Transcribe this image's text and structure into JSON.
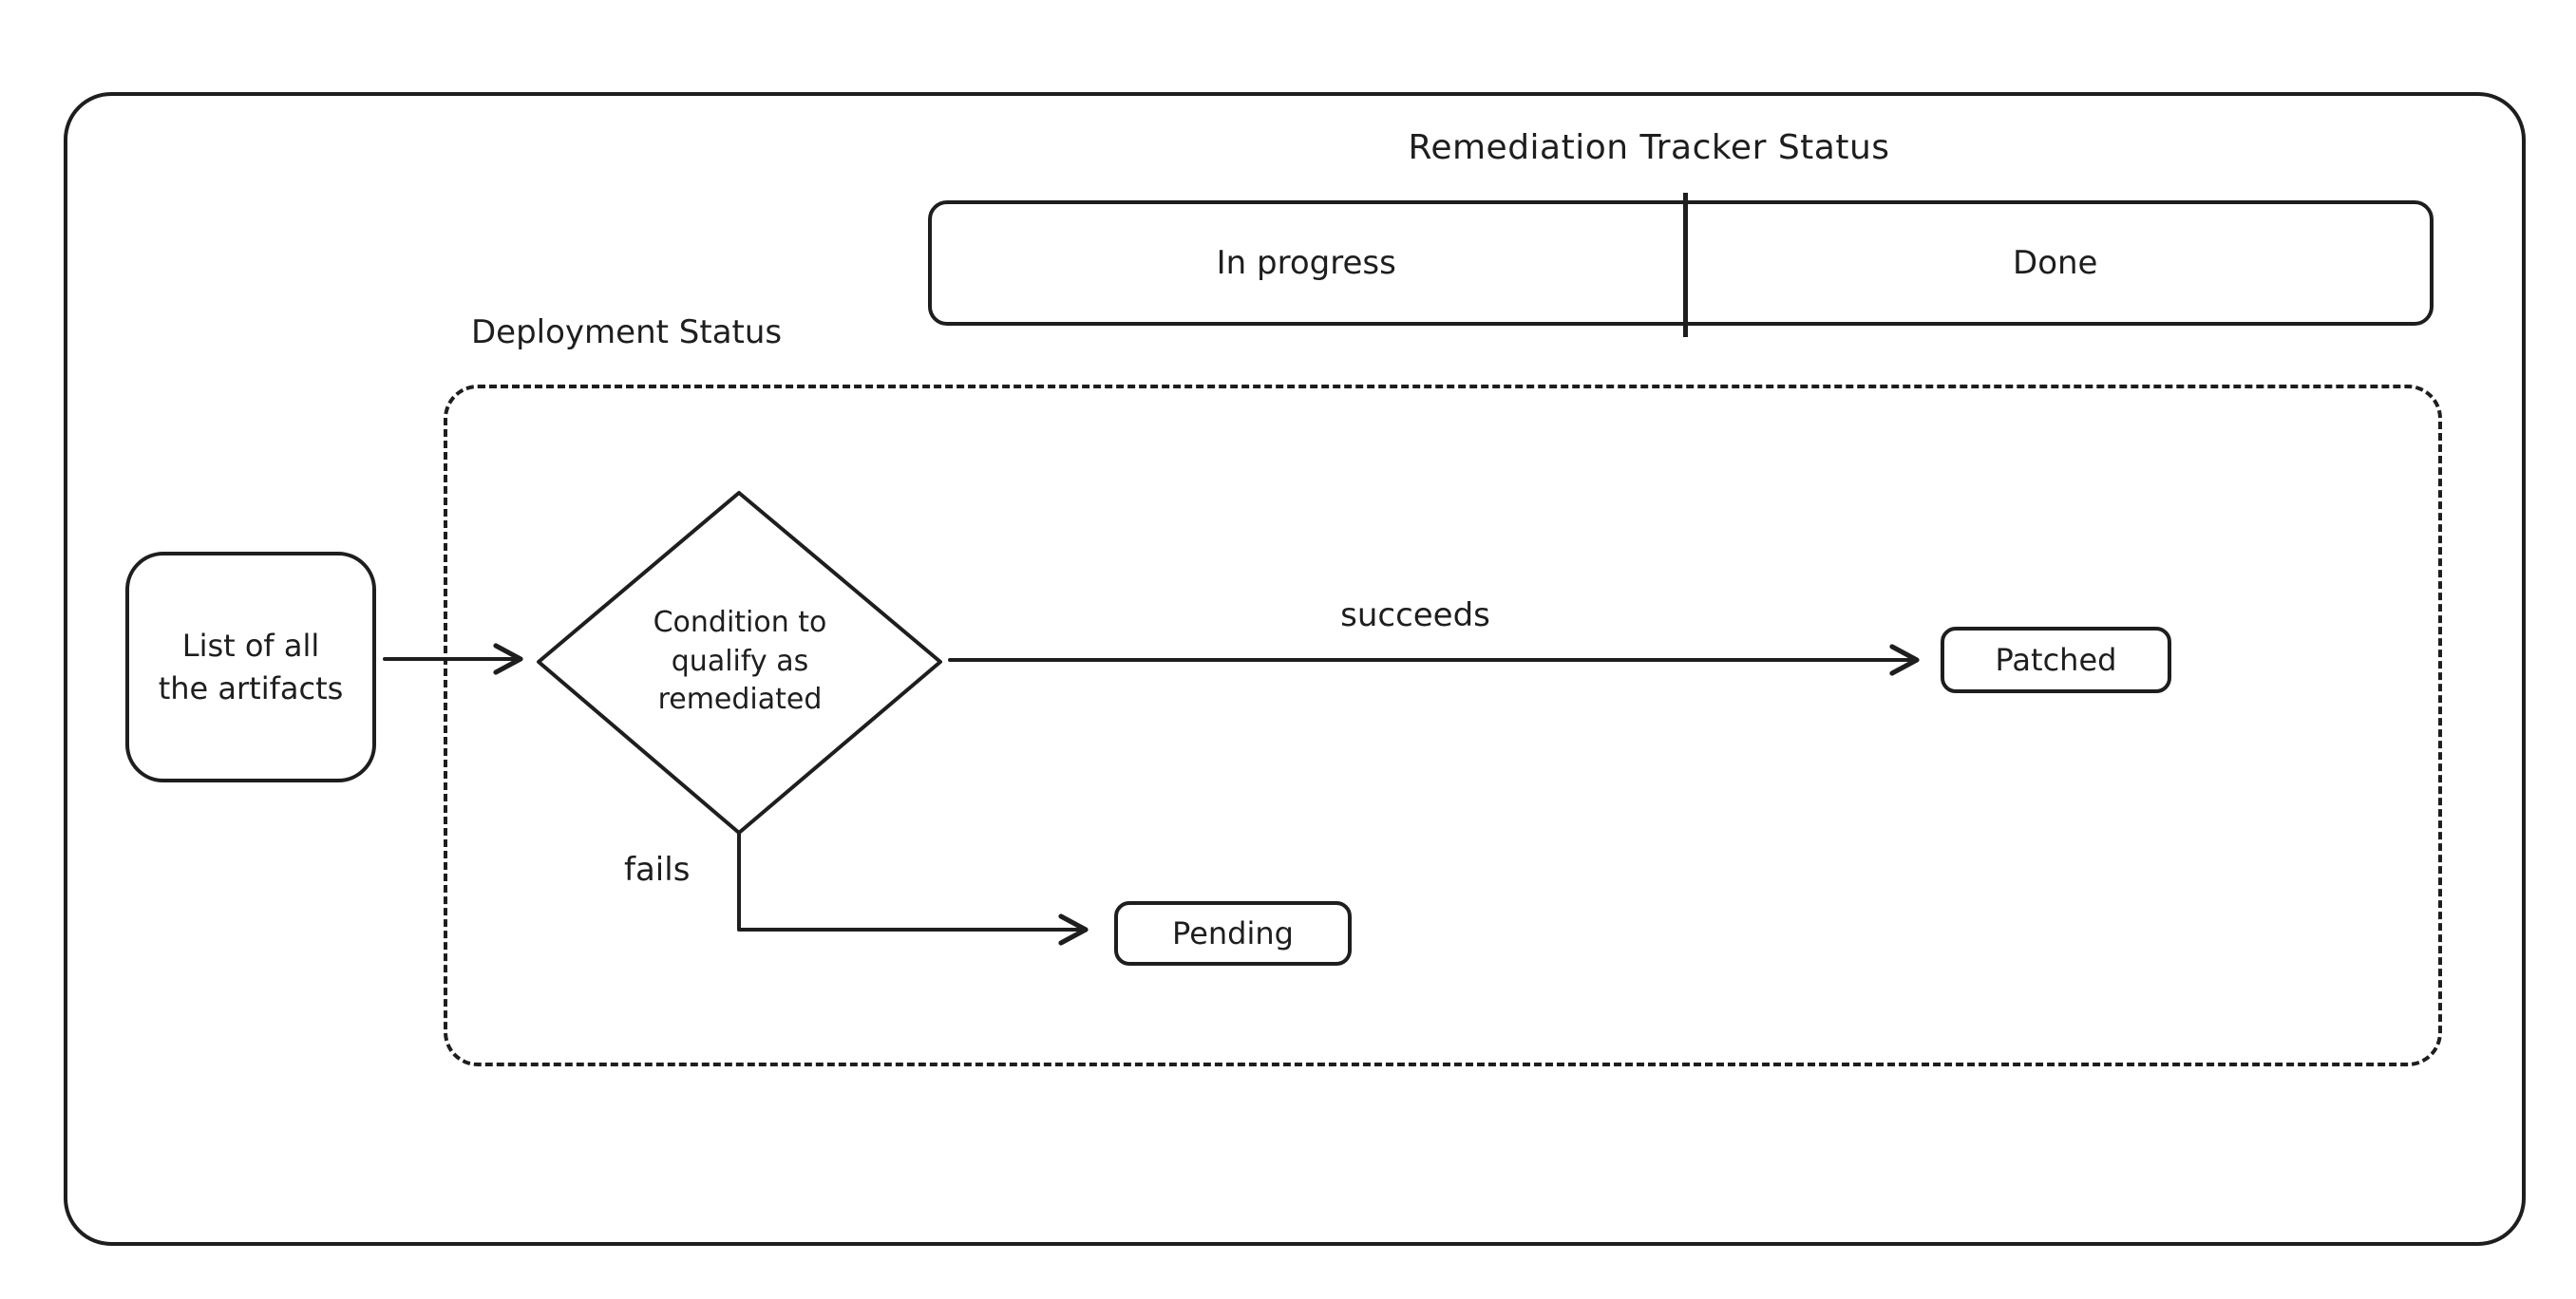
{
  "colors": {
    "stroke": "#1e1e1e",
    "background": "#ffffff"
  },
  "title": "Remediation Tracker Status",
  "tracker_bar": {
    "cells": [
      {
        "label": "In progress"
      },
      {
        "label": "Done"
      }
    ]
  },
  "deployment": {
    "label": "Deployment Status"
  },
  "nodes": {
    "artifacts": {
      "text": "List of all\nthe artifacts"
    },
    "decision": {
      "text": "Condition to\nqualify as\nremediated"
    },
    "patched": {
      "text": "Patched"
    },
    "pending": {
      "text": "Pending"
    }
  },
  "edges": {
    "succeeds": {
      "label": "succeeds"
    },
    "fails": {
      "label": "fails"
    }
  }
}
